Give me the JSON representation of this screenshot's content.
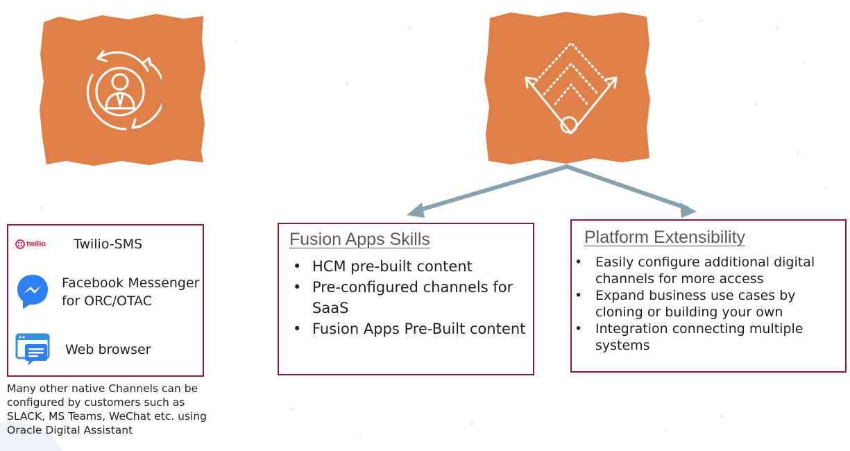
{
  "channels_box": {
    "items": [
      {
        "icon": "twilio-logo-icon",
        "logo_text": "twilio",
        "label": "Twilio-SMS"
      },
      {
        "icon": "facebook-messenger-icon",
        "label": "Facebook Messenger\nfor ORC/OTAC"
      },
      {
        "icon": "web-browser-icon",
        "label": "Web browser"
      }
    ],
    "note": "Many other native Channels can be configured by customers such as SLACK, MS Teams, WeChat etc. using Oracle Digital Assistant"
  },
  "fusion_box": {
    "title": "Fusion Apps Skills",
    "bullets": [
      "HCM pre-built content",
      "Pre-configured channels for SaaS",
      "Fusion Apps Pre-Built content"
    ]
  },
  "platform_box": {
    "title": "Platform Extensibility",
    "bullets": [
      "Easily configure additional digital channels for more access",
      "Expand business use cases by cloning or building your own",
      "Integration connecting multiple systems"
    ]
  },
  "tiles": {
    "left_icon": "person-cycle-icon",
    "right_icon": "strategy-arrows-icon"
  },
  "colors": {
    "tile_orange": "#de8048",
    "border_maroon": "#8c1a3a",
    "arrow_gray": "#87a2ae",
    "twilio_red": "#e31e45",
    "messenger_blue": "#2d7ff2"
  }
}
